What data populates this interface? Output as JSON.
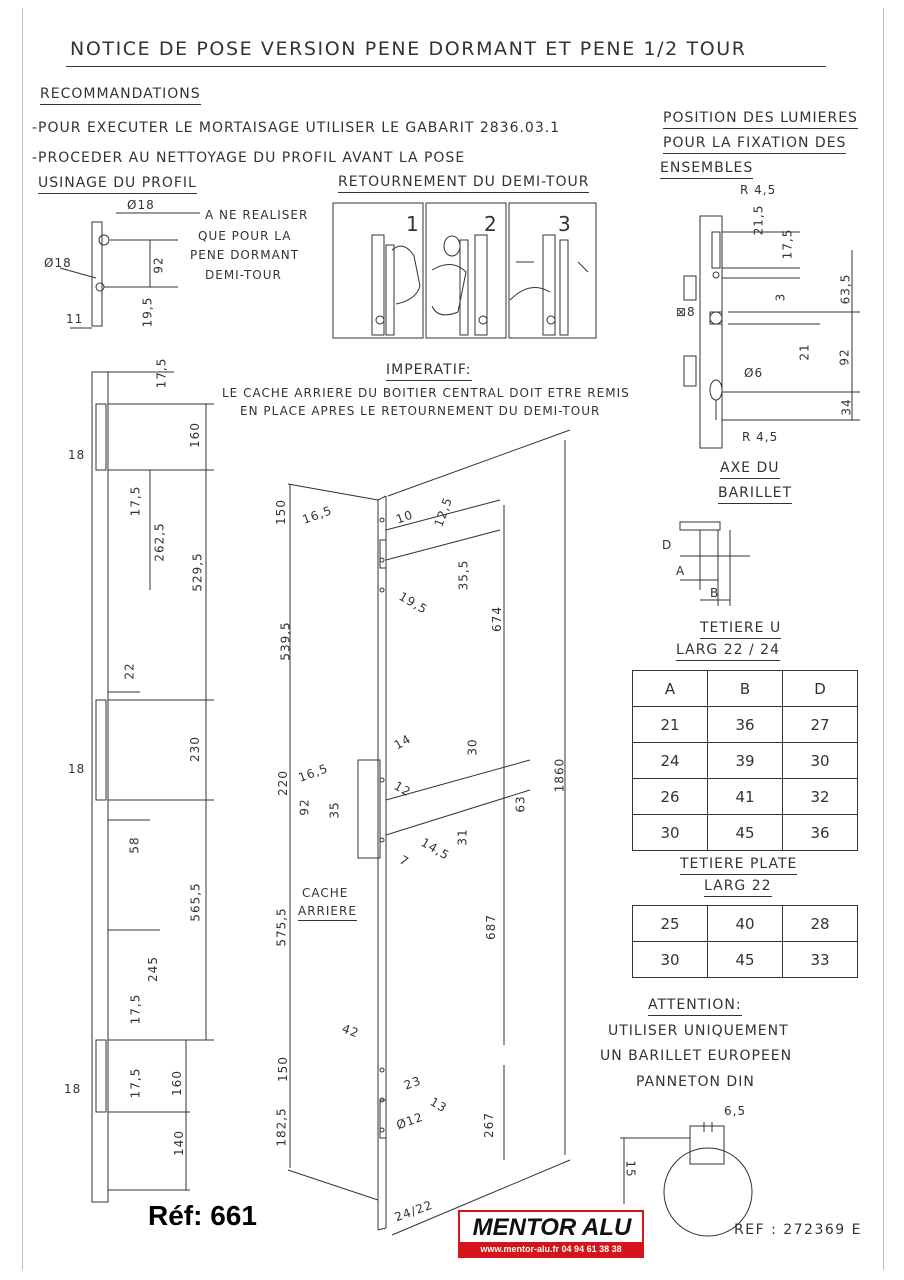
{
  "title": "NOTICE DE POSE VERSION PENE DORMANT ET PENE 1/2 TOUR",
  "recommandations": {
    "heading": "RECOMMANDATIONS",
    "line1": "-POUR EXECUTER LE MORTAISAGE UTILISER LE GABARIT 2836.03.1",
    "line2": "-PROCEDER AU NETTOYAGE DU PROFIL AVANT LA POSE"
  },
  "usinage": {
    "heading": "USINAGE DU PROFIL",
    "note": [
      "A NE REALISER",
      "QUE POUR LA",
      "PENE DORMANT",
      "DEMI-TOUR"
    ],
    "dims": [
      "Ø18",
      "Ø18",
      "92",
      "11",
      "19,5"
    ]
  },
  "retournement": {
    "heading": "RETOURNEMENT DU DEMI-TOUR",
    "steps": [
      "1",
      "2",
      "3"
    ]
  },
  "imperatif": {
    "heading": "IMPERATIF:",
    "line1": "LE CACHE ARRIERE DU BOITIER CENTRAL DOIT ETRE REMIS",
    "line2": "EN PLACE APRES LE RETOURNEMENT DU DEMI-TOUR"
  },
  "lumieres": {
    "heading": [
      "POSITION DES LUMIERES",
      "POUR LA FIXATION DES",
      "ENSEMBLES"
    ],
    "dims": [
      "R 4,5",
      "21,5",
      "17,5",
      "3",
      "63,5",
      "⊠8",
      "21",
      "92",
      "Ø6",
      "34",
      "R 4,5"
    ]
  },
  "axe": {
    "heading": [
      "AXE DU",
      "BARILLET"
    ],
    "labels": [
      "D",
      "A",
      "B"
    ]
  },
  "tetiere_u": {
    "heading": [
      "TETIERE U",
      "LARG 22 / 24"
    ],
    "headers": [
      "A",
      "B",
      "D"
    ],
    "rows": [
      [
        "21",
        "36",
        "27"
      ],
      [
        "24",
        "39",
        "30"
      ],
      [
        "26",
        "41",
        "32"
      ],
      [
        "30",
        "45",
        "36"
      ]
    ]
  },
  "tetiere_plate": {
    "heading": [
      "TETIERE PLATE",
      "LARG 22"
    ],
    "rows": [
      [
        "25",
        "40",
        "28"
      ],
      [
        "30",
        "45",
        "33"
      ]
    ]
  },
  "attention": {
    "heading": "ATTENTION:",
    "lines": [
      "UTILISER UNIQUEMENT",
      "UN BARILLET EUROPEEN",
      "PANNETON DIN"
    ]
  },
  "cylinder_dims": [
    "6,5",
    "15"
  ],
  "left_strip_dims": [
    "17,5",
    "160",
    "18",
    "17,5",
    "262,5",
    "529,5",
    "22",
    "230",
    "18",
    "58",
    "565,5",
    "245",
    "17,5",
    "18",
    "17,5",
    "160",
    "140"
  ],
  "center_dims": [
    "150",
    "16,5",
    "10",
    "12,5",
    "35,5",
    "19,5",
    "674",
    "539,5",
    "14",
    "30",
    "220",
    "16,5",
    "92",
    "35",
    "12",
    "63",
    "1860",
    "31",
    "14,5",
    "7",
    "575,5",
    "687",
    "42",
    "150",
    "23",
    "13",
    "Ø12",
    "182,5",
    "267",
    "24/22"
  ],
  "cache_label": [
    "CACHE",
    "ARRIERE"
  ],
  "ref": "Réf: 661",
  "logo": {
    "name": "MENTOR ALU",
    "contact": "www.mentor-alu.fr     04 94 61 38 38"
  },
  "ref_code": "REF : 272369 E",
  "colors": {
    "logo_red": "#d4141a",
    "ink": "#333333"
  }
}
